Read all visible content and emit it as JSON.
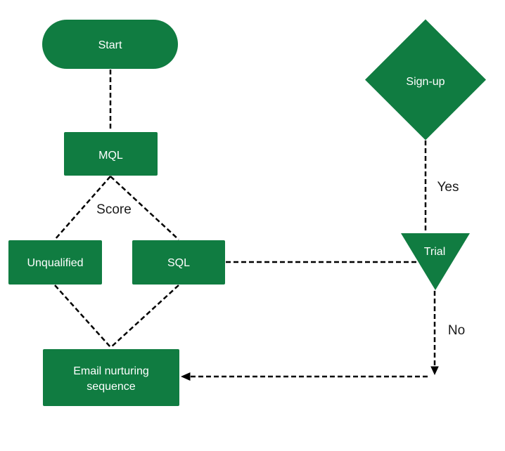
{
  "colors": {
    "node_fill": "#107c41",
    "node_text": "#ffffff",
    "edge_stroke": "#000000",
    "edge_label_text": "#1a1a1a",
    "background": "#ffffff"
  },
  "nodes": {
    "start": {
      "label": "Start",
      "shape": "stadium"
    },
    "mql": {
      "label": "MQL",
      "shape": "rectangle"
    },
    "unqualified": {
      "label": "Unqualified",
      "shape": "rectangle"
    },
    "sql": {
      "label": "SQL",
      "shape": "rectangle"
    },
    "email": {
      "label": "Email nurturing sequence",
      "shape": "rectangle",
      "lines": [
        "Email nurturing",
        "sequence"
      ]
    },
    "signup": {
      "label": "Sign-up",
      "shape": "diamond"
    },
    "trial": {
      "label": "Trial",
      "shape": "triangle-down"
    }
  },
  "edge_labels": {
    "score": "Score",
    "yes": "Yes",
    "no": "No"
  },
  "edges": [
    {
      "from": "start",
      "to": "mql",
      "style": "dashed"
    },
    {
      "from": "mql",
      "to": "unqualified",
      "style": "dashed",
      "label": "Score"
    },
    {
      "from": "mql",
      "to": "sql",
      "style": "dashed",
      "label": "Score"
    },
    {
      "from": "unqualified",
      "to": "email",
      "style": "dashed"
    },
    {
      "from": "sql",
      "to": "email",
      "style": "dashed"
    },
    {
      "from": "sql",
      "to": "trial",
      "style": "dashed"
    },
    {
      "from": "signup",
      "to": "trial",
      "style": "dashed",
      "label": "Yes"
    },
    {
      "from": "trial",
      "to": "email",
      "style": "dashed",
      "label": "No",
      "arrow": true
    }
  ]
}
